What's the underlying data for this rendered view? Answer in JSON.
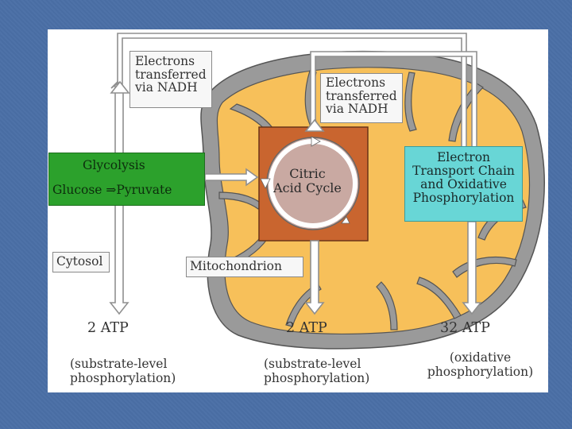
{
  "labels": {
    "electrons_left": "Electrons transferred via NADH",
    "electrons_mid": "Electrons transferred via NADH",
    "glycolysis_title": "Glycolysis",
    "glycolysis_reaction_start": "Glucose",
    "glycolysis_reaction_end": "Pyruvate",
    "citric_acid_cycle": "Citric Acid Cycle",
    "etc": "Electron Transport Chain and Oxidative Phosphorylation",
    "cytosol": "Cytosol",
    "mitochondrion": "Mitochondrion"
  },
  "atp_yields": [
    {
      "amount": "2 ATP",
      "source": "(substrate-level phosphorylation)"
    },
    {
      "amount": "2 ATP",
      "source": "(substrate-level phosphorylation)"
    },
    {
      "amount": "32 ATP",
      "source": "(oxidative phosphorylation)"
    }
  ],
  "colors": {
    "background": "#4a6fa6",
    "glycolysis": "#2ca12c",
    "citric_acid_square": "#c9652f",
    "citric_acid_circle": "#c9a9a2",
    "etc": "#68d6d6",
    "mitochondrion_matrix": "#f7c05a",
    "mitochondrion_membrane": "#9a9a9a",
    "arrows": "#8f8f8f"
  }
}
